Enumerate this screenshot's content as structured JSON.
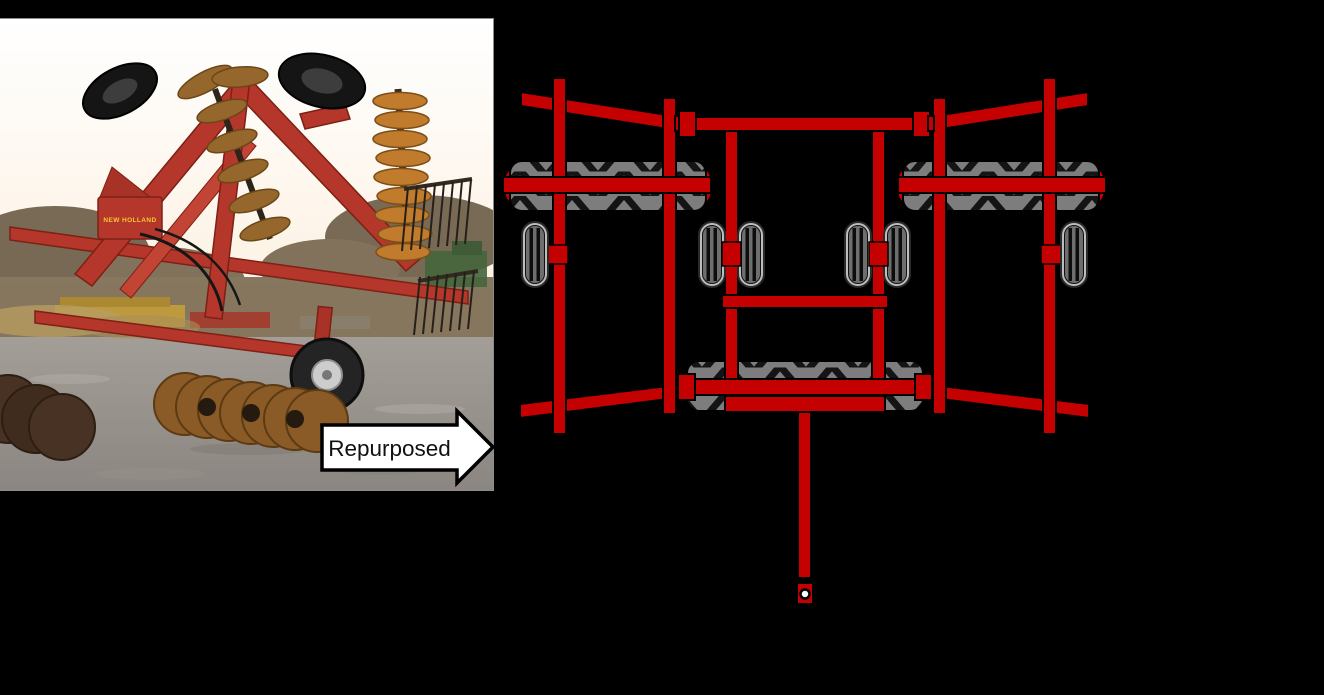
{
  "figure": {
    "type": "photo-to-schematic-diagram",
    "arrow_label": "Repurposed",
    "photo": {
      "subject": "red disc harrow implement in farmyard",
      "brand_label": "NEW HOLLAND"
    },
    "colors": {
      "background": "#000000",
      "frame_red": "#c40000",
      "roller_gray": "#7d7d7d",
      "roller_tread_black": "#141414",
      "tire_rim_silver": "#bdbdbd",
      "tire_body_gray": "#6e6e6e",
      "arrow_fill": "#ffffff",
      "arrow_outline": "#000000",
      "hitch_pin_hole": "#ffffff"
    }
  }
}
